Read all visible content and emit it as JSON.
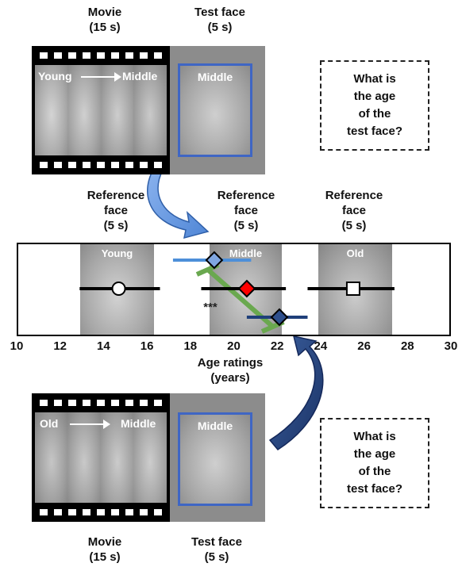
{
  "top": {
    "movie_label": [
      "Movie",
      "(15 s)"
    ],
    "test_label": [
      "Test face",
      "(5 s)"
    ],
    "film_text_left": "Young",
    "film_text_right": "Middle",
    "test_face_text": "Middle",
    "question": [
      "What is",
      "the age",
      "of the",
      "test face?"
    ]
  },
  "reference": {
    "labels": [
      [
        "Reference",
        "face",
        "(5 s)"
      ],
      [
        "Reference",
        "face",
        "(5 s)"
      ],
      [
        "Reference",
        "face",
        "(5 s)"
      ]
    ],
    "panel_texts": [
      "Young",
      "Middle",
      "Old"
    ]
  },
  "chart_data": {
    "type": "scatter",
    "xlabel": "Age ratings\n(years)",
    "xlim": [
      10,
      30
    ],
    "xticks": [
      "10",
      "12",
      "14",
      "16",
      "18",
      "20",
      "22",
      "24",
      "26",
      "28",
      "30"
    ],
    "significance": "***",
    "points": [
      {
        "x": 14.7,
        "err": [
          12.9,
          16.6
        ],
        "marker": "circle",
        "fill": "#ffffff",
        "line": "#000000"
      },
      {
        "x": 19.1,
        "err": [
          17.2,
          20.8
        ],
        "marker": "diamond",
        "fill": "#7fa6e0",
        "line": "#4d8fd9"
      },
      {
        "x": 20.6,
        "err": [
          18.5,
          22.4
        ],
        "marker": "diamond",
        "fill": "#ff0000",
        "line": "#000000"
      },
      {
        "x": 22.1,
        "err": [
          20.6,
          23.4
        ],
        "marker": "diamond",
        "fill": "#2e4f8c",
        "line": "#1f3f7a"
      },
      {
        "x": 25.5,
        "err": [
          23.4,
          27.4
        ],
        "marker": "square",
        "fill": "#ffffff",
        "line": "#000000"
      }
    ]
  },
  "axis_label": [
    "Age ratings",
    "(years)"
  ],
  "bottom": {
    "film_text_left": "Old",
    "film_text_right": "Middle",
    "test_face_text": "Middle",
    "question": [
      "What is",
      "the age",
      "of the",
      "test face?"
    ],
    "movie_label": [
      "Movie",
      "(15 s)"
    ],
    "test_label": [
      "Test face",
      "(5 s)"
    ]
  },
  "colors": {
    "accent": "#3f66c4",
    "light_blue": "#6d9de6",
    "dark_blue": "#1f3f7a",
    "green": "#6aa84f",
    "red": "#ff0000"
  }
}
